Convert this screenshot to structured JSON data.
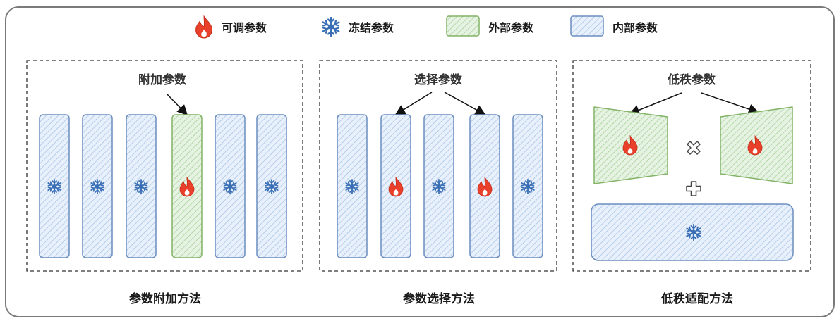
{
  "legend": {
    "tunable": "可调参数",
    "frozen": "冻结参数",
    "external": "外部参数",
    "internal": "内部参数"
  },
  "panels": {
    "addition": {
      "top_label": "附加参数",
      "caption": "参数附加方法"
    },
    "selection": {
      "top_label": "选择参数",
      "caption": "参数选择方法"
    },
    "lowrank": {
      "top_label": "低秩参数",
      "caption": "低秩适配方法"
    }
  },
  "colors": {
    "internal_stroke": "#6c8ebf",
    "internal_fill": "#dae8fc",
    "external_stroke": "#82b366",
    "external_fill": "#d5e8d4",
    "flame": "#e8402a",
    "snowflake": "#3a6fb5"
  },
  "icons": {
    "tunable": "flame-icon",
    "frozen": "snowflake-icon",
    "multiply": "multiply-icon",
    "plus": "plus-icon"
  }
}
